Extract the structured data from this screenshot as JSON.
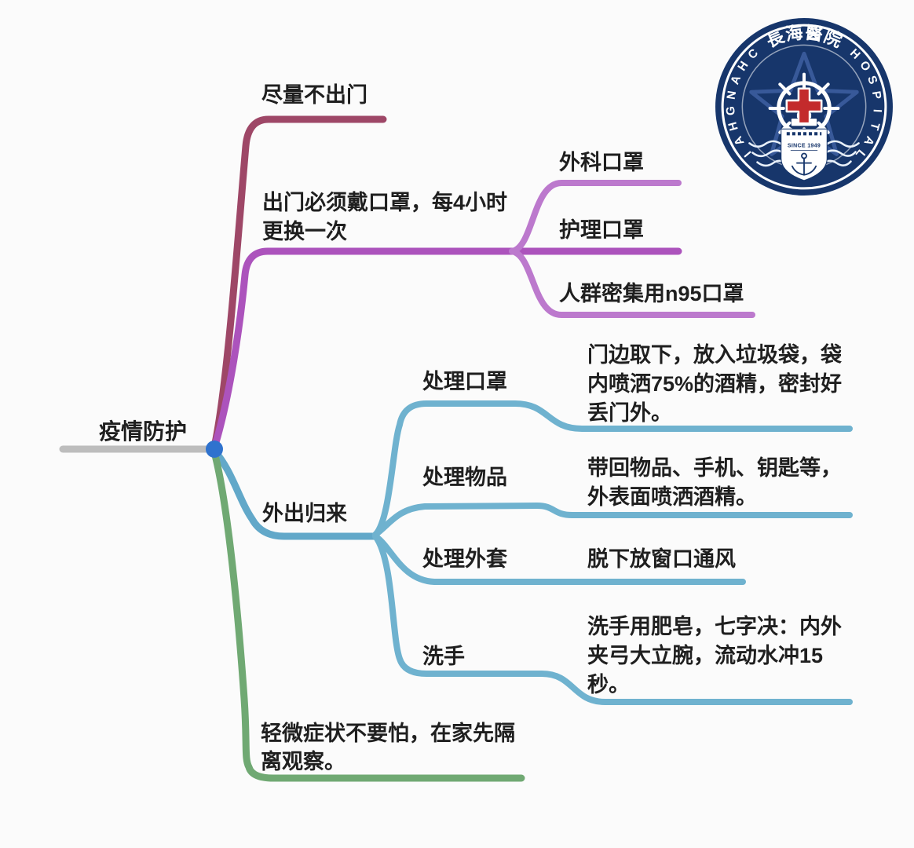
{
  "root": {
    "label": "疫情防护"
  },
  "branches": {
    "stay_home": {
      "label": "尽量不出门",
      "color": "#9E4767"
    },
    "mask": {
      "label": "出门必须戴口罩，每4小时更换一次",
      "color": "#AC53BC",
      "child_color": "#BC79CD",
      "children": {
        "surgical": {
          "label": "外科口罩"
        },
        "nursing": {
          "label": "护理口罩"
        },
        "n95": {
          "label": "人群密集用n95口罩"
        }
      }
    },
    "return_home": {
      "label": "外出归来",
      "color": "#62A8C9",
      "child_color": "#6FB2CF",
      "children": {
        "mask_disposal": {
          "label": "处理口罩",
          "desc": "门边取下，放入垃圾袋，袋内喷洒75%的酒精，密封好丢门外。"
        },
        "items": {
          "label": "处理物品",
          "desc": "带回物品、手机、钥匙等，外表面喷洒酒精。"
        },
        "coat": {
          "label": "处理外套",
          "desc": "脱下放窗口通风"
        },
        "hands": {
          "label": "洗手",
          "desc": "洗手用肥皂，七字决：内外夹弓大立腕，流动水冲15秒。"
        }
      }
    },
    "symptoms": {
      "label": "轻微症状不要怕，在家先隔离观察。",
      "color": "#70A973"
    }
  },
  "colors": {
    "root_line": "#BDBDBD",
    "root_dot": "#2F72CE",
    "text": "#1F1F1F"
  },
  "logo": {
    "chinese_name": "長海醫院",
    "left_text": "CHANGHAI",
    "right_text": "HOSPITAL",
    "ship_text": "SINCE 1949",
    "navy": "#17366B",
    "star_blue": "#3C5D9E",
    "cross_red": "#C32B2C"
  }
}
